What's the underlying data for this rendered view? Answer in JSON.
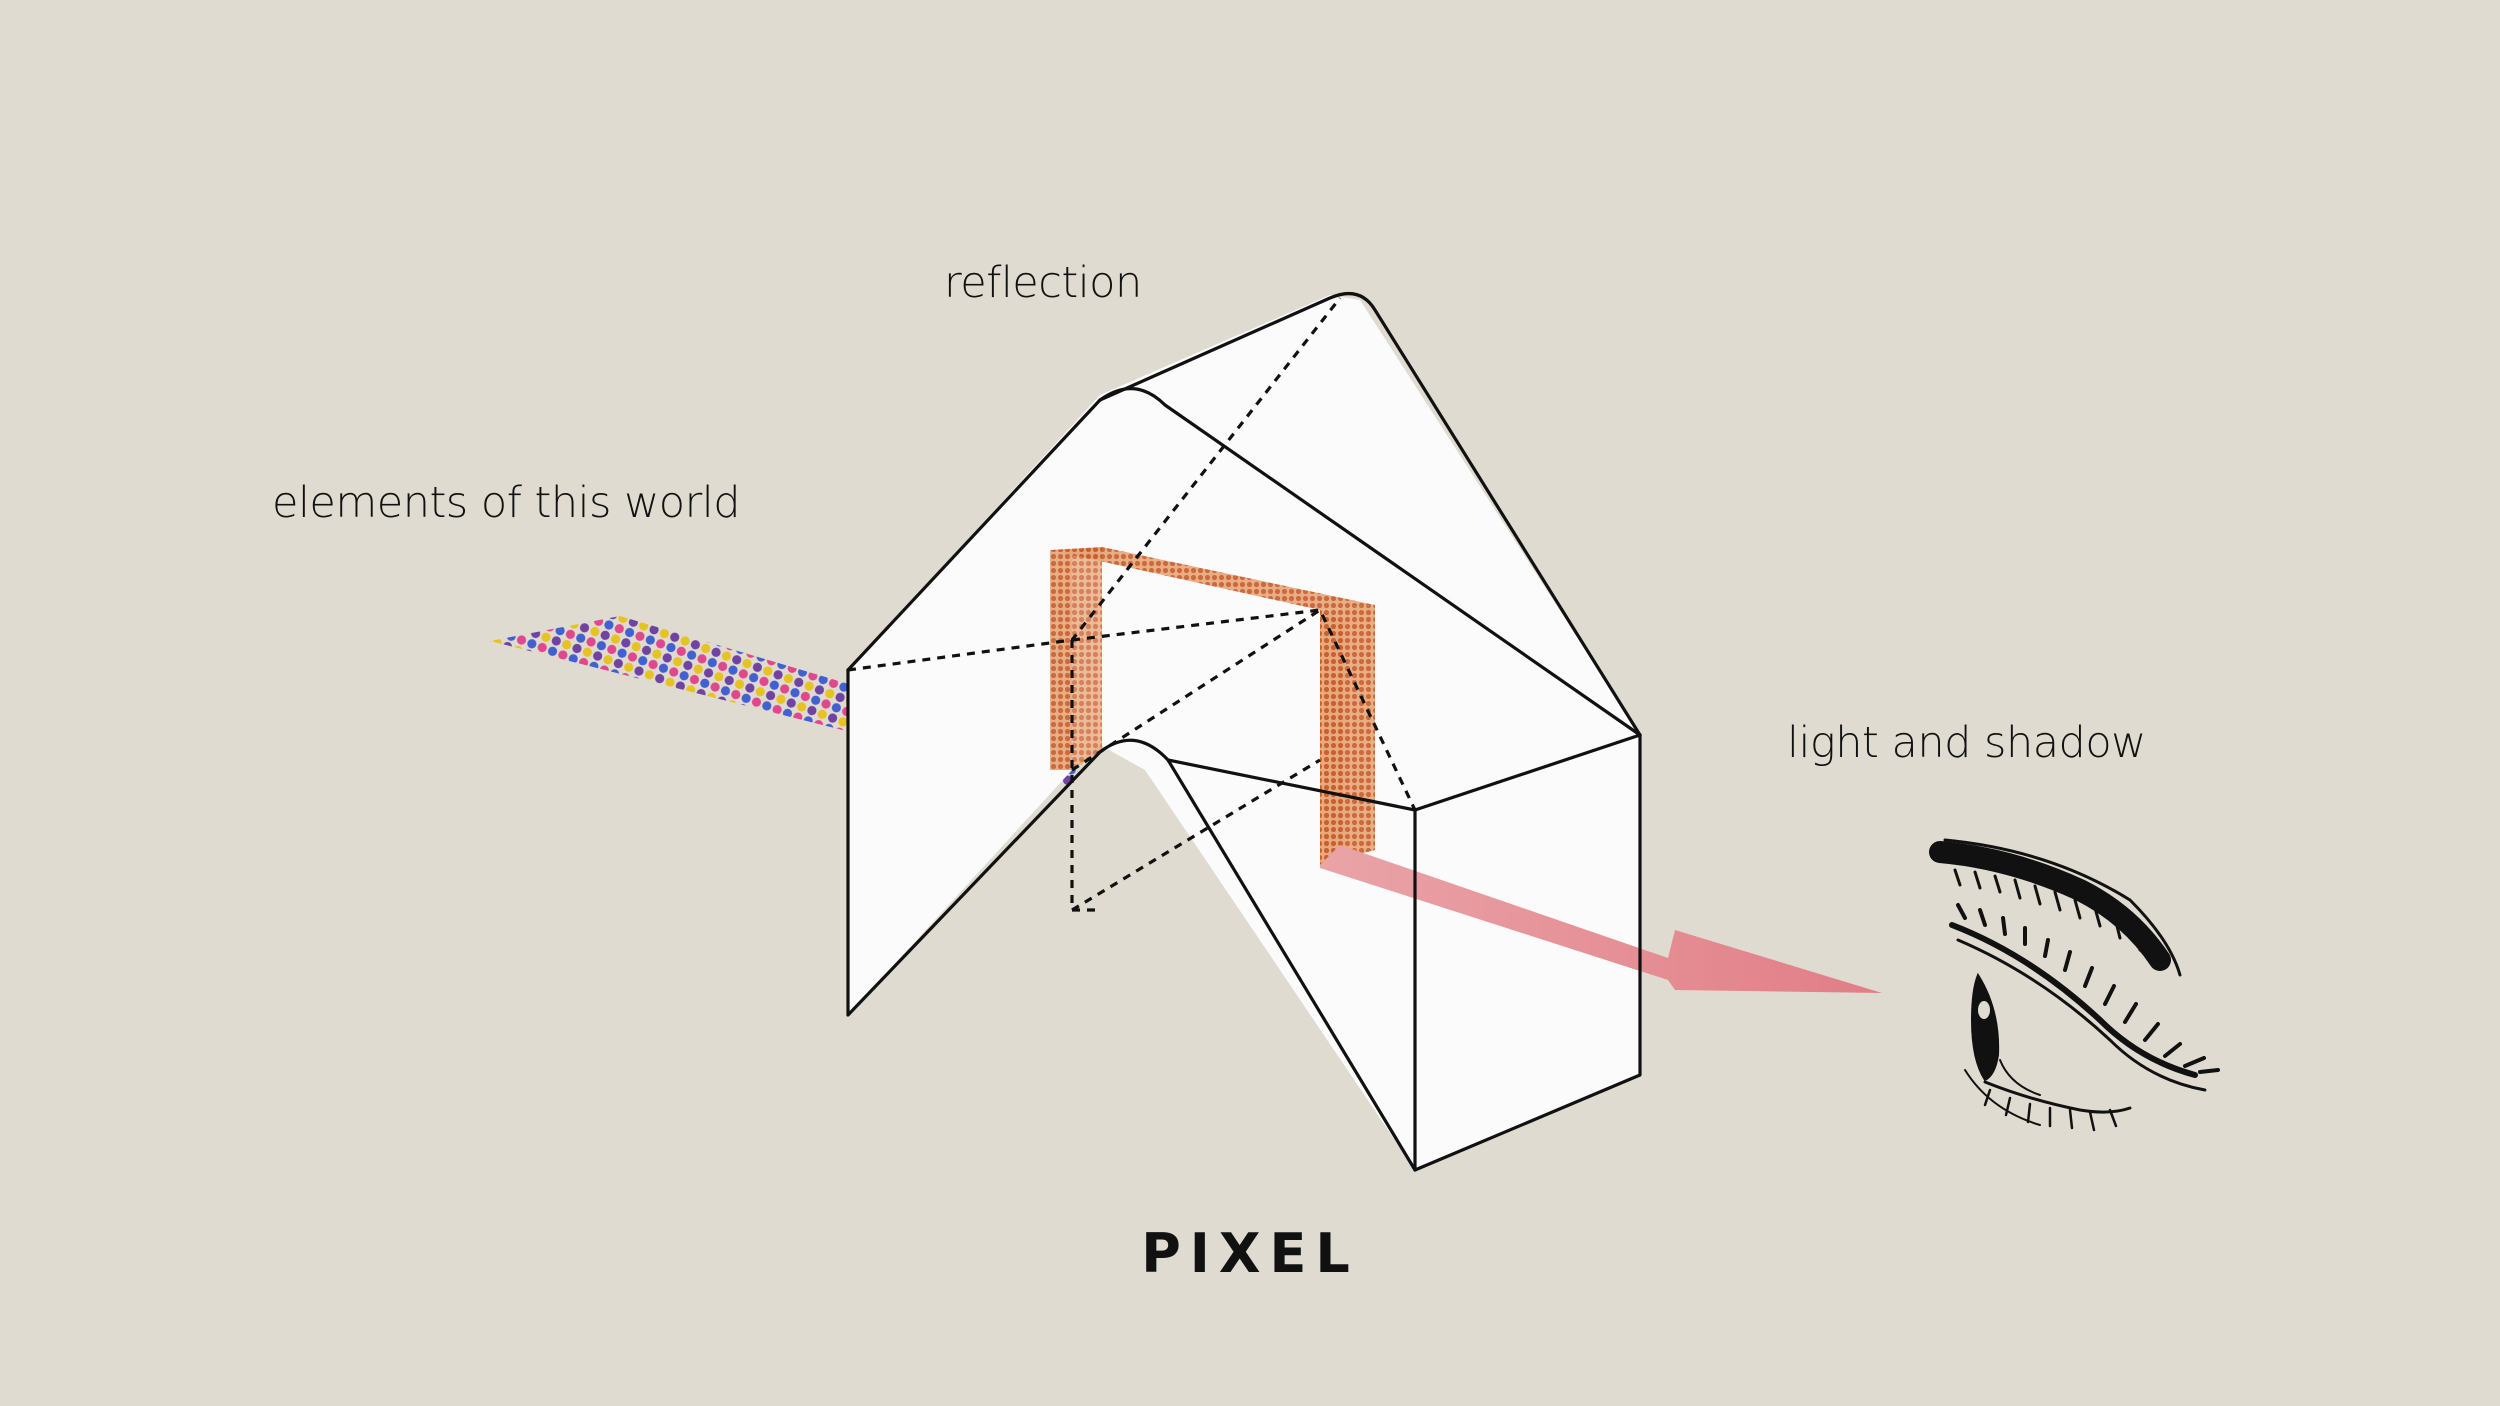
{
  "labels": {
    "reflection": "reflection",
    "elements": "elements of this world",
    "light": "light and shadow"
  },
  "title": "PIXEL",
  "colors": {
    "background": "#dfdbd0",
    "prism_fill": "#fbfbfb",
    "outline": "#111111",
    "beam_orange": "#d9844f",
    "arrow_pink": "#e58890",
    "halftone_dots": [
      "#e0408a",
      "#3a5bd0",
      "#e6c21a",
      "#6a3aa0"
    ]
  },
  "icons": {
    "eye": "eye-icon"
  }
}
